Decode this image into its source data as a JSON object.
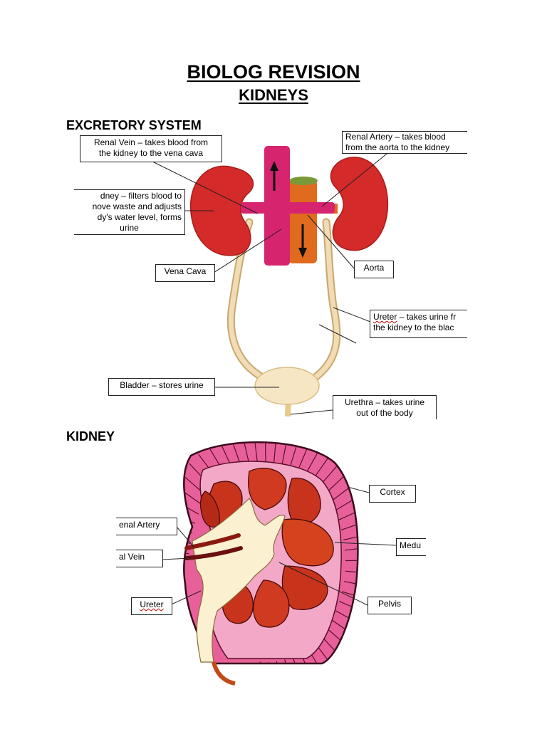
{
  "title": "BIOLOG REVISION",
  "subtitle": "KIDNEYS",
  "sections": {
    "excretory": "EXCRETORY SYSTEM",
    "kidney": "KIDNEY"
  },
  "excretory_labels": {
    "renal_vein": [
      "Renal Vein – takes blood from",
      "the kidney to the vena cava"
    ],
    "renal_artery": [
      "Renal Artery – takes blood",
      "from the aorta to the kidney"
    ],
    "kidney": [
      "dney – filters blood to",
      "nove waste and adjusts",
      "dy's water level, forms",
      "urine"
    ],
    "vena_cava": "Vena Cava",
    "aorta": "Aorta",
    "ureter_word": "Ureter",
    "ureter_rest": [
      "– takes urine fr",
      "the kidney to the blac"
    ],
    "bladder": "Bladder – stores urine",
    "urethra": [
      "Urethra – takes urine",
      "out of the body"
    ]
  },
  "kidney_labels": {
    "cortex": "Cortex",
    "renal_artery": "enal Artery",
    "medulla": "Medu",
    "renal_vein": "al Vein",
    "ureter": "Ureter",
    "pelvis": "Pelvis"
  },
  "colors": {
    "kidney_red": "#d42a2a",
    "vena_cava": "#d6246e",
    "aorta": "#e06a1e",
    "ureter_tube": "#f1dcb6",
    "cortex_pink": "#e8609a",
    "medulla_red": "#c8331c",
    "pelvis_cream": "#fbf0cf"
  }
}
